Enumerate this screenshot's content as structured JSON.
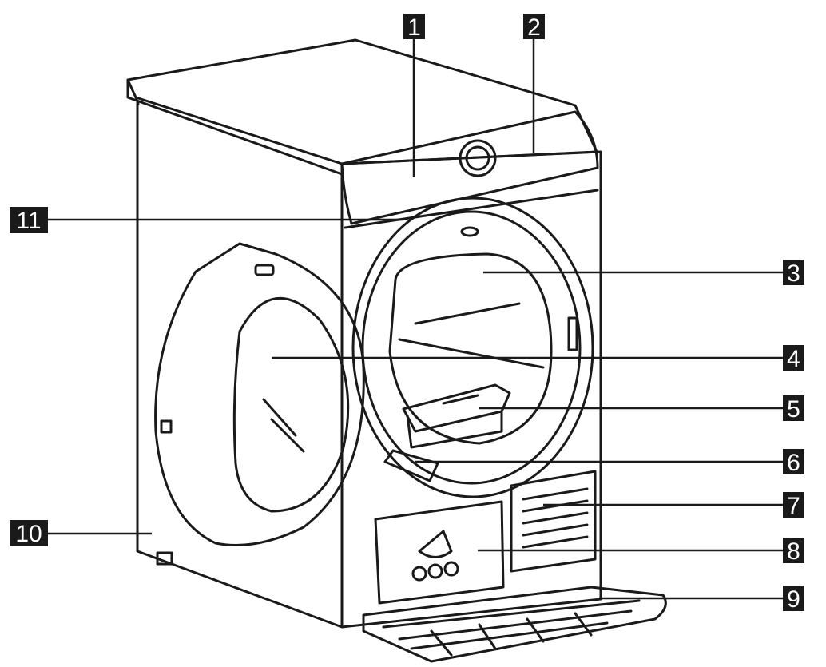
{
  "figure": {
    "subject": "tumble dryer (front view, door open, plinth lowered)",
    "callouts": [
      {
        "id": "1",
        "label": "1"
      },
      {
        "id": "2",
        "label": "2"
      },
      {
        "id": "3",
        "label": "3"
      },
      {
        "id": "4",
        "label": "4"
      },
      {
        "id": "5",
        "label": "5"
      },
      {
        "id": "6",
        "label": "6"
      },
      {
        "id": "7",
        "label": "7"
      },
      {
        "id": "8",
        "label": "8"
      },
      {
        "id": "9",
        "label": "9"
      },
      {
        "id": "10",
        "label": "10"
      },
      {
        "id": "11",
        "label": "11"
      }
    ]
  },
  "colors": {
    "line": "#1a1a1a",
    "badge_fill": "#1a1a1a",
    "badge_text": "#ffffff",
    "background": "#ffffff"
  }
}
